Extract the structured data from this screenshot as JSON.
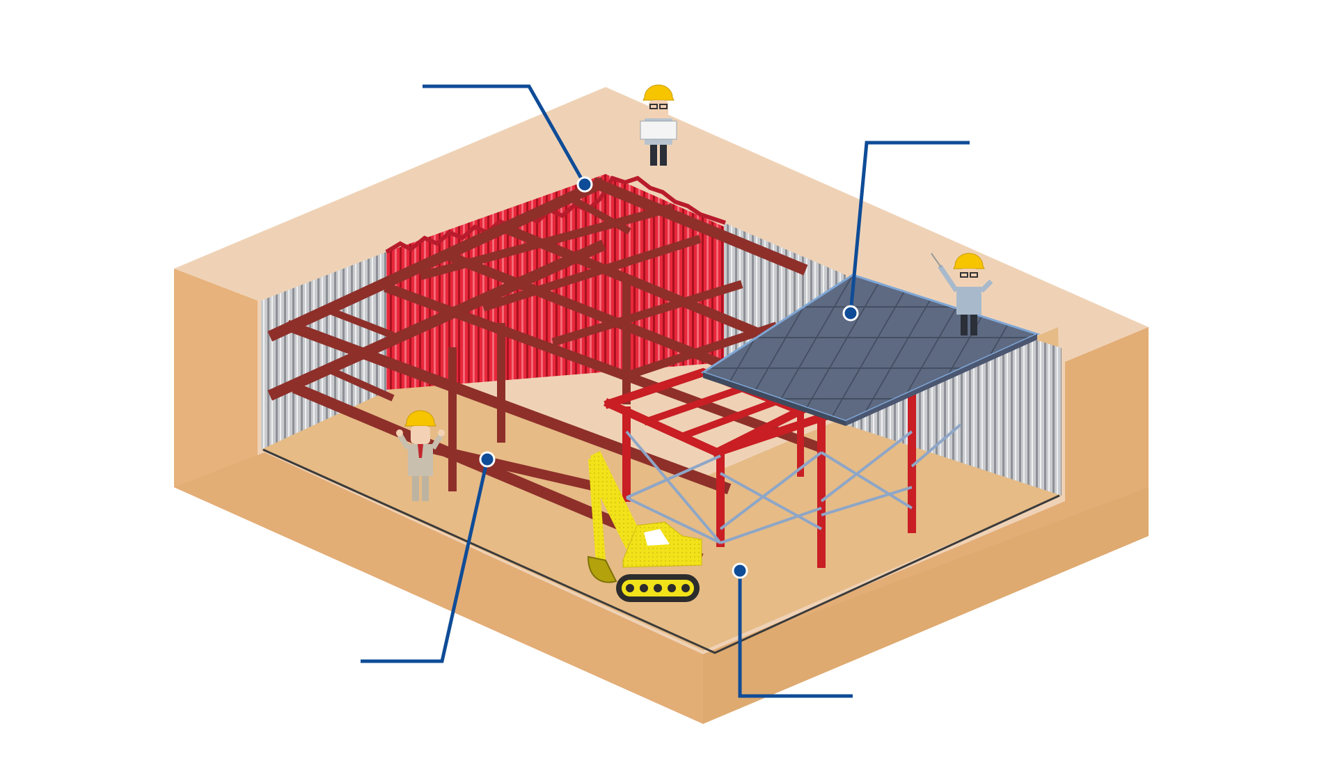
{
  "diagram": {
    "kind": "isometric excavation with temporary earth-retaining structure",
    "colors": {
      "ground_top": "#efd2b6",
      "ground_side_left": "#e7b27b",
      "ground_side_right": "#e3ad76",
      "pit_floor": "#e6bb86",
      "sheet_pile_gray": "#c9cbce",
      "sheet_pile_red": "#e8273b",
      "steel_strut": "#8e2f2a",
      "steel_frame_red": "#c81e24",
      "deck_plate": "#5e6a82",
      "bracing": "#8ea6c7",
      "callout_line": "#0f4c97",
      "excavator_yellow": "#f2e21a",
      "hardhat_yellow": "#f7c400"
    },
    "callouts": [
      {
        "id": "sheet-piles",
        "text": ""
      },
      {
        "id": "deck",
        "text": ""
      },
      {
        "id": "struts",
        "text": ""
      },
      {
        "id": "bracing",
        "text": ""
      }
    ],
    "figures": [
      {
        "id": "worker-with-drawing",
        "icon": "worker-icon"
      },
      {
        "id": "worker-pointing",
        "icon": "worker-icon"
      },
      {
        "id": "supervisor",
        "icon": "worker-icon"
      },
      {
        "id": "excavator",
        "icon": "excavator-icon"
      }
    ]
  }
}
